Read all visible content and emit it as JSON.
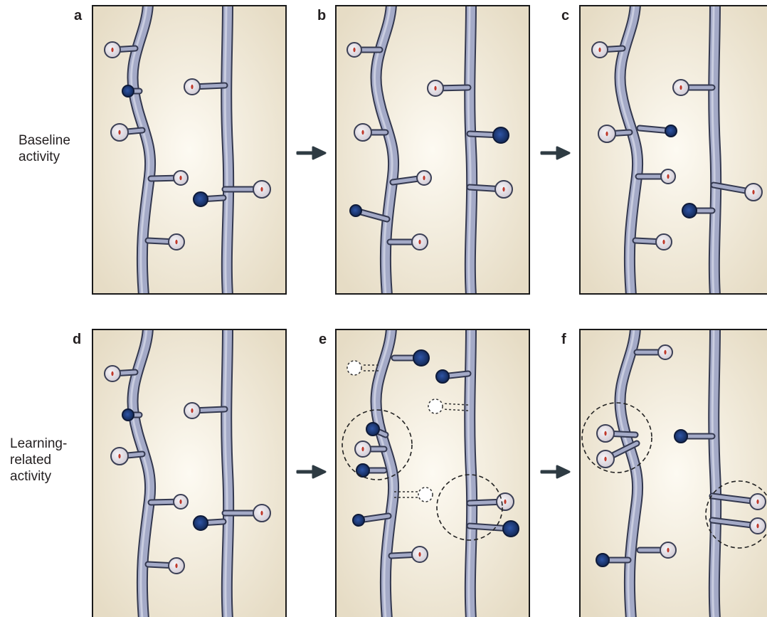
{
  "row_labels": {
    "top": [
      "Baseline",
      "activity"
    ],
    "bottom": [
      "Learning-",
      "related",
      "activity"
    ]
  },
  "panels": {
    "a": "a",
    "b": "b",
    "c": "c",
    "d": "d",
    "e": "e",
    "f": "f"
  },
  "colors": {
    "panel_background_center": "#fdfaf2",
    "panel_background_edge": "#e6dcc5",
    "dendrite_fill": "#a4aac7",
    "dendrite_stroke": "#33384f",
    "spine_head_light": "#e6e2e8",
    "spine_head_dark": "#1f3a78",
    "spine_dot": "#c0392b",
    "arrow": "#2e3b43"
  }
}
